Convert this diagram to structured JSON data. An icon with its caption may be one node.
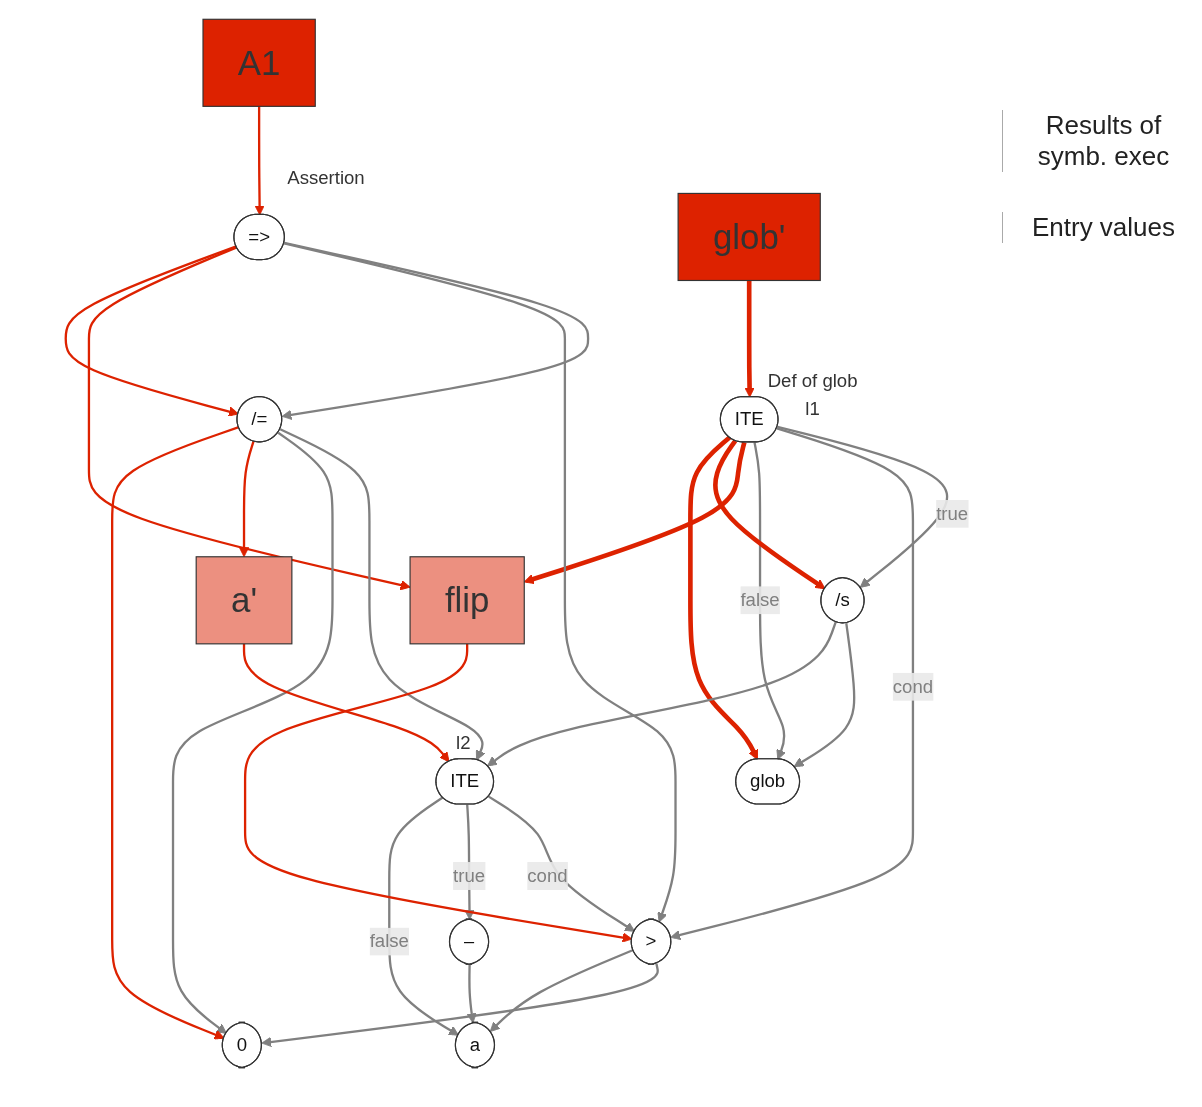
{
  "diagram": {
    "nodes": [
      {
        "text": [
          "glob'"
        ]
      },
      {
        "text": [
          "A1"
        ]
      },
      {
        "text": [
          "ITE"
        ],
        "beside": [
          "Def of glob",
          "l1"
        ]
      },
      {
        "text": [
          "=>"
        ],
        "beside": [
          "Assertion"
        ]
      },
      {
        "text": [
          "/s"
        ]
      },
      {
        "text": [
          "/="
        ]
      },
      {
        "text": [
          "a'"
        ]
      },
      {
        "text": [
          "ITE"
        ],
        "beside": [
          "l2"
        ]
      },
      {
        "text": [
          "flip"
        ]
      },
      {
        "text": [
          ">"
        ]
      },
      {
        "text": [
          "–"
        ]
      },
      {
        "text": [
          "glob"
        ]
      },
      {
        "text": [
          "0"
        ]
      },
      {
        "text": [
          "a"
        ]
      }
    ],
    "edges": [
      {
        "from": 0,
        "to": 2,
        "arrow": "to",
        "style": "thick",
        "color": "#dd2200"
      },
      {
        "from": 1,
        "to": 3,
        "arrow": "to",
        "color": "#dd2200"
      },
      {
        "from": 2,
        "to": 4,
        "arrow": "to",
        "label": "true"
      },
      {
        "from": 2,
        "to": 9,
        "arrow": "to",
        "label": "cond"
      },
      {
        "from": 2,
        "to": 11,
        "arrow": "to",
        "label": "false"
      },
      {
        "from": 2,
        "to": 8,
        "arrow": "to",
        "style": "thick",
        "color": "#dd2200"
      },
      {
        "from": 2,
        "to": 4,
        "arrow": "to",
        "style": "thick",
        "color": "#dd2200"
      },
      {
        "from": 2,
        "to": 11,
        "arrow": "to",
        "style": "thick",
        "color": "#dd2200"
      },
      {
        "from": 3,
        "to": 5,
        "arrow": "to"
      },
      {
        "from": 3,
        "to": 9,
        "arrow": "to"
      },
      {
        "from": 3,
        "to": 8,
        "arrow": "to",
        "color": "#dd2200"
      },
      {
        "from": 3,
        "to": 5,
        "arrow": "to",
        "color": "#dd2200"
      },
      {
        "from": 4,
        "to": 11,
        "arrow": "to"
      },
      {
        "from": 4,
        "to": 7,
        "arrow": "to"
      },
      {
        "from": 5,
        "to": 7,
        "arrow": "to"
      },
      {
        "from": 5,
        "to": 12,
        "arrow": "to"
      },
      {
        "from": 5,
        "to": 6,
        "arrow": "to",
        "color": "#dd2200"
      },
      {
        "from": 5,
        "to": 12,
        "arrow": "to",
        "color": "#dd2200"
      },
      {
        "from": 6,
        "to": 7,
        "arrow": "to",
        "color": "#dd2200"
      },
      {
        "from": 7,
        "to": 9,
        "arrow": "to",
        "label": "cond"
      },
      {
        "from": 7,
        "to": 10,
        "arrow": "to",
        "label": "true"
      },
      {
        "from": 7,
        "to": 13,
        "arrow": "to",
        "label": "false"
      },
      {
        "from": 8,
        "to": 9,
        "arrow": "to",
        "color": "#dd2200"
      },
      {
        "from": 9,
        "to": 12,
        "arrow": "to"
      },
      {
        "from": 9,
        "to": 13,
        "arrow": "to"
      },
      {
        "from": 10,
        "to": 13,
        "arrow": "to"
      }
    ],
    "labels": [
      "Results of symb. exec",
      "Entry values"
    ]
  }
}
